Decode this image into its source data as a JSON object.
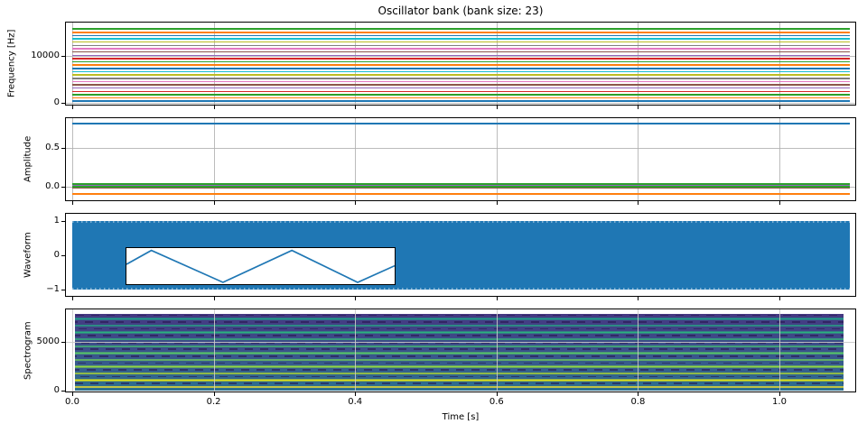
{
  "title": "Oscillator bank (bank size: 23)",
  "bank_size": 23,
  "xlabel": "Time [s]",
  "x_tick_labels": [
    "0.0",
    "0.2",
    "0.4",
    "0.6",
    "0.8",
    "1.0"
  ],
  "x_tick_values": [
    0.0,
    0.2,
    0.4,
    0.6,
    0.8,
    1.0
  ],
  "time_range": [
    0.0,
    1.1
  ],
  "color_cycle": [
    "#1f77b4",
    "#ff7f0e",
    "#2ca02c",
    "#d62728",
    "#9467bd",
    "#8c564b",
    "#e377c2",
    "#7f7f7f",
    "#bcbd22",
    "#17becf"
  ],
  "grid_color": "#b0b0b0",
  "chart_data": [
    {
      "type": "line",
      "panel": "oscillator-frequencies",
      "ylabel": "Frequency [Hz]",
      "y_tick_labels": [
        "10000",
        "0"
      ],
      "y_tick_values": [
        10000,
        0
      ],
      "ylim": [
        -900,
        17500
      ],
      "x_range_s": [
        0.0,
        1.1
      ],
      "note": "23 constant-frequency oscillators, odd harmonics of 350 Hz",
      "frequencies_hz": [
        350,
        1050,
        1750,
        2450,
        3150,
        3850,
        4550,
        5250,
        5950,
        6650,
        7350,
        8050,
        8750,
        9450,
        10150,
        10850,
        11550,
        12250,
        12950,
        13650,
        14350,
        15050,
        15750
      ]
    },
    {
      "type": "line",
      "panel": "oscillator-amplitudes",
      "ylabel": "Amplitude",
      "y_tick_labels": [
        "0.5",
        "0.0"
      ],
      "y_tick_values": [
        0.5,
        0.0
      ],
      "ylim": [
        -0.19,
        0.9
      ],
      "x_range_s": [
        0.0,
        1.1
      ],
      "note": "triangle-wave Fourier amplitudes 8/pi^2 * (-1)^k/(2k+1)^2",
      "amplitudes": [
        0.8106,
        -0.0901,
        0.0324,
        -0.0165,
        0.01,
        -0.0067,
        0.0048,
        -0.0036,
        0.0028,
        -0.0022,
        0.0018,
        -0.0015,
        0.0013,
        -0.0011,
        0.001,
        -0.0008,
        0.0007,
        -0.0007,
        0.0006,
        -0.0005,
        0.0005,
        -0.0004,
        0.0004
      ]
    },
    {
      "type": "area",
      "panel": "waveform",
      "ylabel": "Waveform",
      "y_tick_labels": [
        "1",
        "0",
        "−1"
      ],
      "y_tick_values": [
        1,
        0,
        -1
      ],
      "ylim": [
        -1.22,
        1.22
      ],
      "x_range_s": [
        0.0,
        1.1
      ],
      "envelope": [
        -1,
        1
      ],
      "fill_color": "#1f77b4",
      "inset": {
        "description": "zoomed triangle-wave detail, ~2 periods",
        "points_frac": [
          [
            0.0,
            0.45
          ],
          [
            0.093,
            0.065
          ],
          [
            0.36,
            0.95
          ],
          [
            0.617,
            0.065
          ],
          [
            0.862,
            0.95
          ],
          [
            1.0,
            0.49
          ]
        ]
      }
    },
    {
      "type": "heatmap",
      "panel": "spectrogram",
      "ylabel": "Spectrogram",
      "y_tick_labels": [
        "5000",
        "0"
      ],
      "y_tick_values": [
        5000,
        0
      ],
      "ylim": [
        0,
        7900
      ],
      "x_range_s": [
        0.0,
        1.09
      ],
      "colormap": "viridis",
      "harmonic_bands_hz": [
        350,
        1050,
        1750,
        2450,
        3150,
        3850,
        4550,
        5250,
        5950,
        6650,
        7350
      ],
      "band_colors": [
        "#fde725",
        "#dde318",
        "#b5de2b",
        "#90d743",
        "#70cf57",
        "#56c667",
        "#44bf70",
        "#35b779",
        "#2ab07f",
        "#23a884",
        "#1f9e89"
      ],
      "bg_top": "#453882",
      "bg_mid": "#39568c",
      "bg_bottom": "#2d708e",
      "dash_color": "rgba(38,22,78,0.6)",
      "grid_color_on_image": "#c9c9c9"
    }
  ]
}
